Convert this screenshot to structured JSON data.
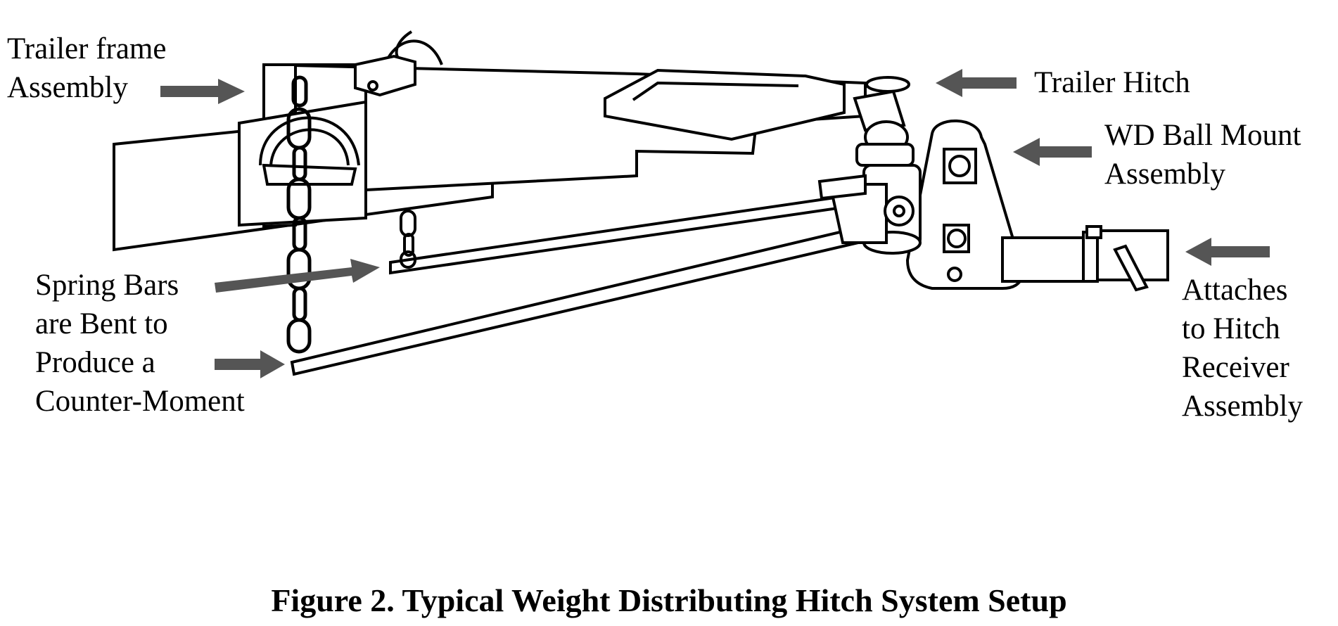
{
  "labels": {
    "trailer_frame": [
      "Trailer frame",
      "Assembly"
    ],
    "trailer_hitch": [
      "Trailer Hitch"
    ],
    "wd_ball_mount": [
      "WD Ball Mount",
      "Assembly"
    ],
    "spring_bars": [
      "Spring Bars",
      "are Bent to",
      "Produce a",
      "Counter-Moment"
    ],
    "receiver": [
      "Attaches",
      "to Hitch",
      "Receiver",
      "Assembly"
    ]
  },
  "caption": "Figure 2.  Typical Weight Distributing Hitch System Setup",
  "colors": {
    "line": "#000000",
    "arrow": "#555555",
    "fill": "#ffffff"
  }
}
